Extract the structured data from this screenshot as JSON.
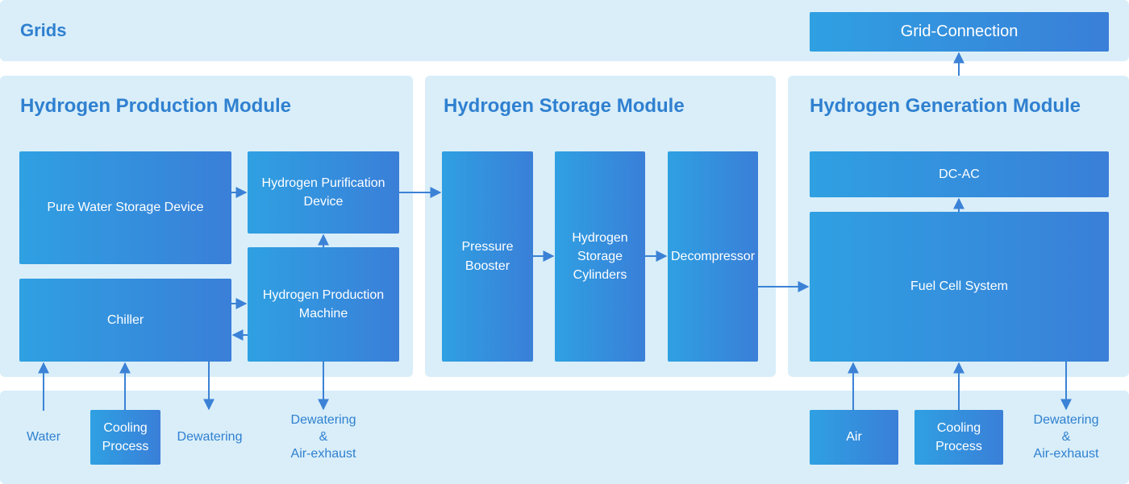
{
  "grids": {
    "title": "Grids",
    "grid_connection": "Grid-Connection"
  },
  "production": {
    "title": "Hydrogen Production Module",
    "pure_water": "Pure Water Storage Device",
    "purification": [
      "Hydrogen Purification",
      "Device"
    ],
    "chiller": "Chiller",
    "production_machine": [
      "Hydrogen Production",
      "Machine"
    ]
  },
  "storage": {
    "title": "Hydrogen Storage Module",
    "booster": [
      "Pressure",
      "Booster"
    ],
    "cylinders": [
      "Hydrogen",
      "Storage",
      "Cylinders"
    ],
    "decompressor": "Decompressor"
  },
  "generation": {
    "title": "Hydrogen Generation Module",
    "dcac": "DC-AC",
    "fuel_cell": "Fuel Cell System"
  },
  "inputs": {
    "water": "Water",
    "cooling_left": [
      "Cooling",
      "Process"
    ],
    "dewatering_left": "Dewatering",
    "dewatering_exhaust_left": [
      "Dewatering",
      "&",
      "Air-exhaust"
    ],
    "air": "Air",
    "cooling_right": [
      "Cooling",
      "Process"
    ],
    "dewatering_exhaust_right": [
      "Dewatering",
      "&",
      "Air-exhaust"
    ]
  },
  "colors": {
    "panel": "#d9eef9",
    "title": "#2f80d0",
    "box_start": "#2fa0e2",
    "box_end": "#3a7fd8",
    "arrow": "#3b82d6"
  }
}
